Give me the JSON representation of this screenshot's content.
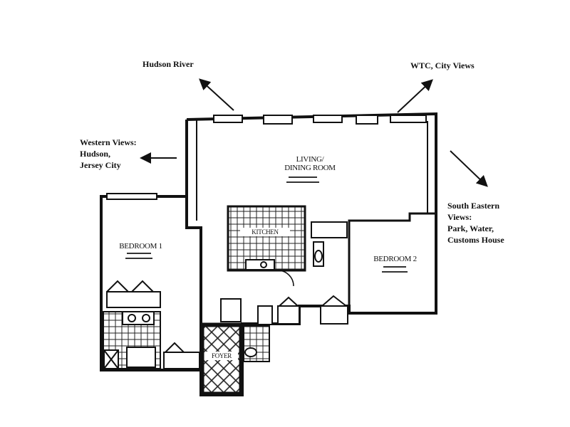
{
  "views": {
    "north_west": "Hudson River",
    "north_east": "WTC, City Views",
    "west": [
      "Western Views:",
      "Hudson,",
      "Jersey City"
    ],
    "south_east": [
      "South Eastern",
      "Views:",
      "Park, Water,",
      "Customs House"
    ]
  },
  "rooms": {
    "living": [
      "LIVING/",
      "DINING ROOM"
    ],
    "kitchen": "KITCHEN",
    "bedroom1": "BEDROOM 1",
    "bedroom2": "BEDROOM 2",
    "foyer": "FOYER"
  }
}
